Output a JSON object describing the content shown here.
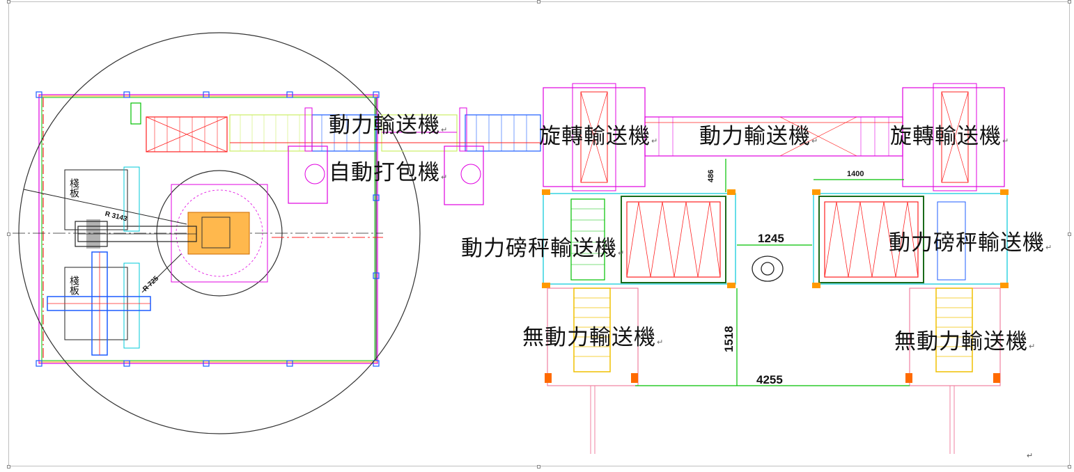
{
  "diagram": {
    "labels": {
      "powered_conveyor_1": "動力輸送機",
      "auto_strapping": "自動打包機",
      "rotary_conveyor_left": "旋轉輸送機",
      "powered_conveyor_2": "動力輸送機",
      "rotary_conveyor_right": "旋轉輸送機",
      "powered_scale_left": "動力磅秤輸送機",
      "powered_scale_right": "動力磅秤輸送機",
      "unpowered_left": "無動力輸送機",
      "unpowered_right": "無動力輸送機",
      "pallet_top": "棧板",
      "pallet_bottom": "棧板",
      "radius_large": "R 3143",
      "radius_small": "R 725"
    },
    "return_mark": "↵",
    "dimensions": {
      "d486": "486",
      "d1400": "1400",
      "d1245": "1245",
      "d1518": "1518",
      "d4255": "4255"
    },
    "colors": {
      "magenta": "#e000e0",
      "cyan": "#00c8d8",
      "blue": "#1c5cff",
      "red": "#ff2020",
      "green": "#00c000",
      "yellow_green": "#ccee66",
      "orange": "#ff9900",
      "gold": "#f0c000",
      "pink": "#f080a0",
      "dark": "#222222"
    }
  }
}
